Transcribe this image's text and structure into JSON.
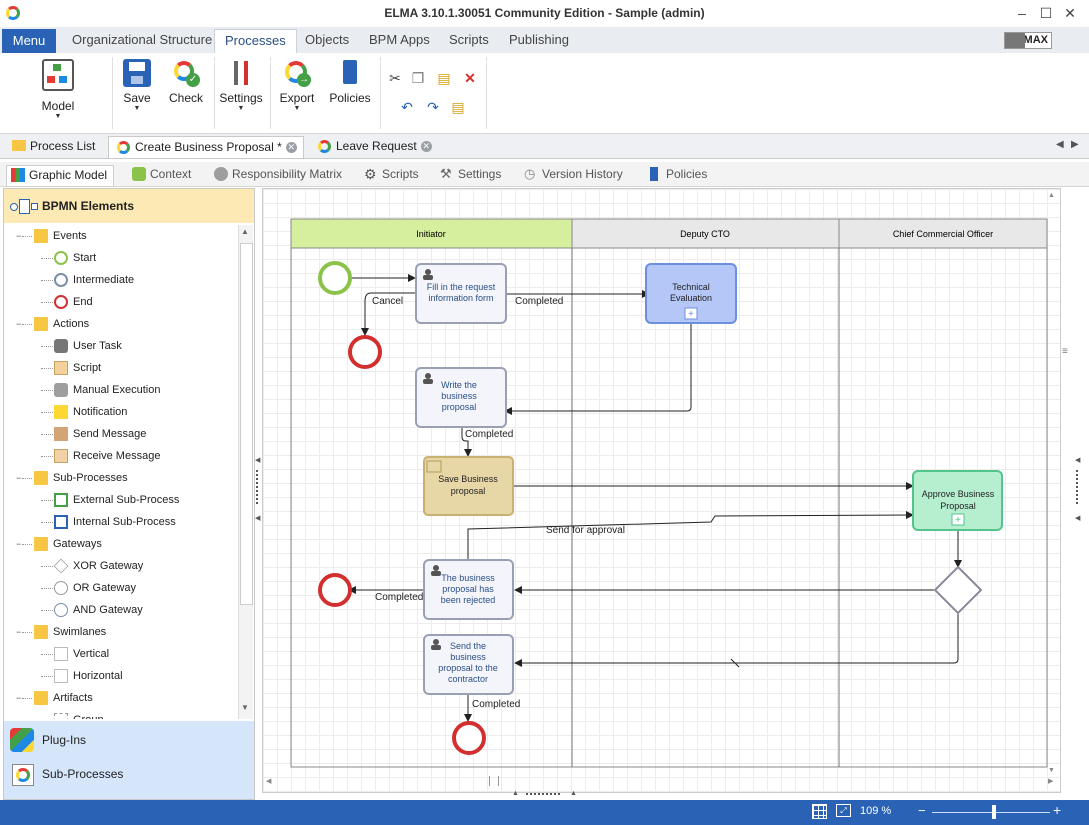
{
  "window": {
    "title": "ELMA 3.10.1.30051 Community Edition - Sample (admin)"
  },
  "topnav": {
    "menu_label": "Menu",
    "tabs": [
      "Organizational Structure",
      "Processes",
      "Objects",
      "BPM Apps",
      "Scripts",
      "Publishing"
    ],
    "active_tab": "Processes",
    "max_label": "MAX",
    "help": "?"
  },
  "ribbon": {
    "model": "Model",
    "save": "Save",
    "check": "Check",
    "settings": "Settings",
    "export": "Export",
    "policies": "Policies"
  },
  "doc_tabs": [
    "Process List",
    "Create Business Proposal *",
    "Leave Request"
  ],
  "sub_tabs": [
    "Graphic Model",
    "Context",
    "Responsibility Matrix",
    "Scripts",
    "Settings",
    "Version History",
    "Policies"
  ],
  "left_panel": {
    "header": "BPMN Elements",
    "groups": [
      {
        "label": "Events",
        "items": [
          "Start",
          "Intermediate",
          "End"
        ]
      },
      {
        "label": "Actions",
        "items": [
          "User Task",
          "Script",
          "Manual Execution",
          "Notification",
          "Send Message",
          "Receive Message"
        ]
      },
      {
        "label": "Sub-Processes",
        "items": [
          "External Sub-Process",
          "Internal Sub-Process"
        ]
      },
      {
        "label": "Gateways",
        "items": [
          "XOR Gateway",
          "OR Gateway",
          "AND Gateway"
        ]
      },
      {
        "label": "Swimlanes",
        "items": [
          "Vertical",
          "Horizontal"
        ]
      },
      {
        "label": "Artifacts",
        "items": [
          "Group"
        ]
      }
    ],
    "bottom": [
      "Plug-Ins",
      "Sub-Processes"
    ]
  },
  "diagram": {
    "lanes": [
      "Initiator",
      "Deputy CTO",
      "Chief Commercial Officer"
    ],
    "tasks": {
      "fill_request": "Fill in the request information form",
      "tech_eval": "Technical Evaluation",
      "write_proposal": "Write the business proposal",
      "save_proposal": "Save Business proposal",
      "approve": "Approve Business Proposal",
      "rejected": "The business proposal has been rejected",
      "send_contractor": "Send the business proposal to the contractor"
    },
    "flows": {
      "cancel": "Cancel",
      "completed1": "Completed",
      "completed2": "Completed",
      "send_for_approval": "Send for approval",
      "completed3": "Completed",
      "completed4": "Completed"
    }
  },
  "status": {
    "zoom": "109 %"
  }
}
